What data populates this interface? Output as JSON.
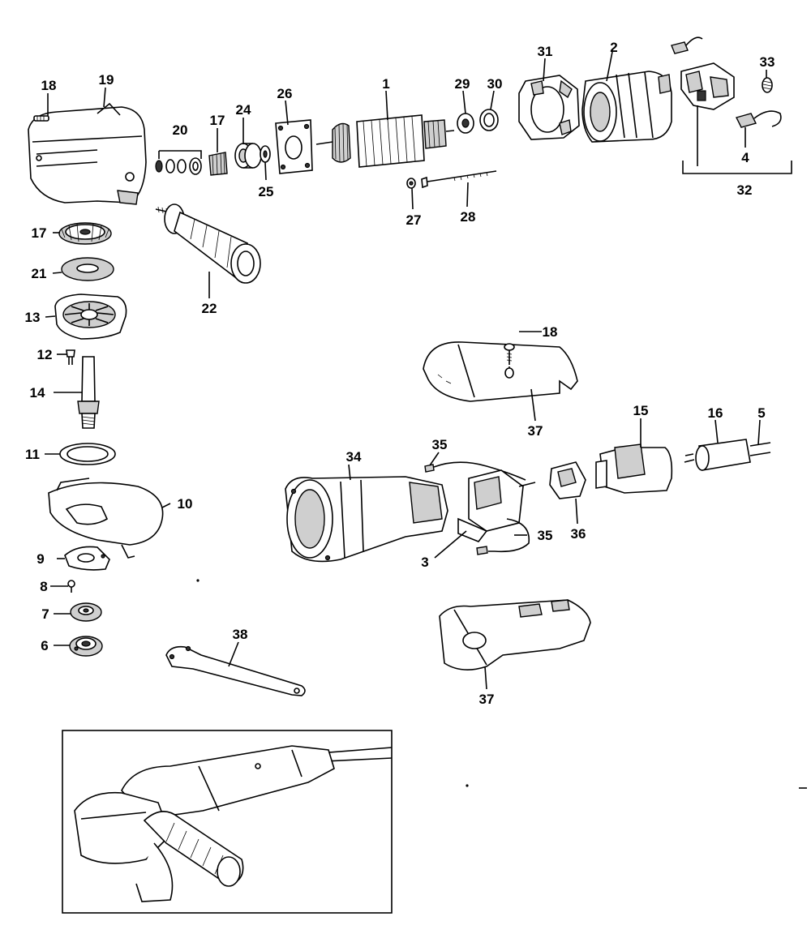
{
  "callouts": [
    {
      "n": "1",
      "target": "armature"
    },
    {
      "n": "2",
      "target": "field-stator"
    },
    {
      "n": "3",
      "target": "switch"
    },
    {
      "n": "4",
      "target": "carbon-brush"
    },
    {
      "n": "5",
      "target": "power-cord"
    },
    {
      "n": "6",
      "target": "clamp-nut"
    },
    {
      "n": "7",
      "target": "backing-flange"
    },
    {
      "n": "8",
      "target": "guard-screw"
    },
    {
      "n": "9",
      "target": "guard-clamp"
    },
    {
      "n": "10",
      "target": "wheel-guard"
    },
    {
      "n": "11",
      "target": "retaining-ring"
    },
    {
      "n": "12",
      "target": "screw"
    },
    {
      "n": "13",
      "target": "bearing-plate"
    },
    {
      "n": "14",
      "target": "spindle"
    },
    {
      "n": "15",
      "target": "suppressor"
    },
    {
      "n": "16",
      "target": "cord-protector"
    },
    {
      "n": "17",
      "target": "bevel-gear"
    },
    {
      "n": "17",
      "target": "pinion"
    },
    {
      "n": "18",
      "target": "gear-case-screw"
    },
    {
      "n": "18",
      "target": "handle-screw"
    },
    {
      "n": "19",
      "target": "gear-case"
    },
    {
      "n": "20",
      "target": "spindle-lock-parts"
    },
    {
      "n": "21",
      "target": "gear-washer"
    },
    {
      "n": "22",
      "target": "side-handle"
    },
    {
      "n": "24",
      "target": "bearing"
    },
    {
      "n": "25",
      "target": "washer"
    },
    {
      "n": "26",
      "target": "baffle-plate"
    },
    {
      "n": "27",
      "target": "nut"
    },
    {
      "n": "28",
      "target": "through-bolt"
    },
    {
      "n": "29",
      "target": "armature-bearing"
    },
    {
      "n": "30",
      "target": "bearing-sleeve"
    },
    {
      "n": "31",
      "target": "fan-baffle"
    },
    {
      "n": "32",
      "target": "brush-holder-assembly"
    },
    {
      "n": "33",
      "target": "brush-spring"
    },
    {
      "n": "34",
      "target": "motor-housing"
    },
    {
      "n": "35",
      "target": "lead-wire-upper"
    },
    {
      "n": "35",
      "target": "lead-wire-lower"
    },
    {
      "n": "36",
      "target": "terminal-block"
    },
    {
      "n": "37",
      "target": "upper-handle"
    },
    {
      "n": "37",
      "target": "lower-handle"
    },
    {
      "n": "38",
      "target": "spanner-wrench"
    }
  ]
}
